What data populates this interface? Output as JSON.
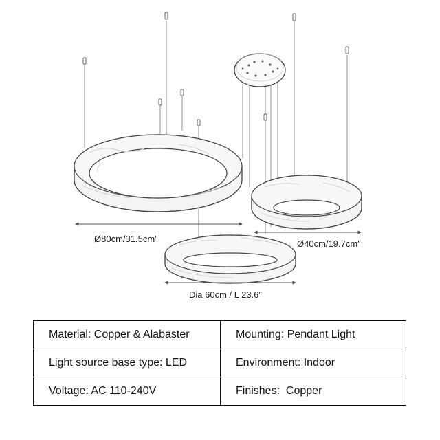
{
  "dimensions": {
    "large": "Ø80cm/31.5cm″",
    "small": "Ø40cm/19.7cm″",
    "medium": "Dia 60cm / L 23.6″"
  },
  "specs": [
    {
      "left": "Material: Copper & Alabaster",
      "right": "Mounting: Pendant Light"
    },
    {
      "left": "Light source base type: LED",
      "right": "Environment: Indoor"
    },
    {
      "left": "Voltage: AC 110-240V",
      "right": "Finishes:  Copper"
    }
  ]
}
